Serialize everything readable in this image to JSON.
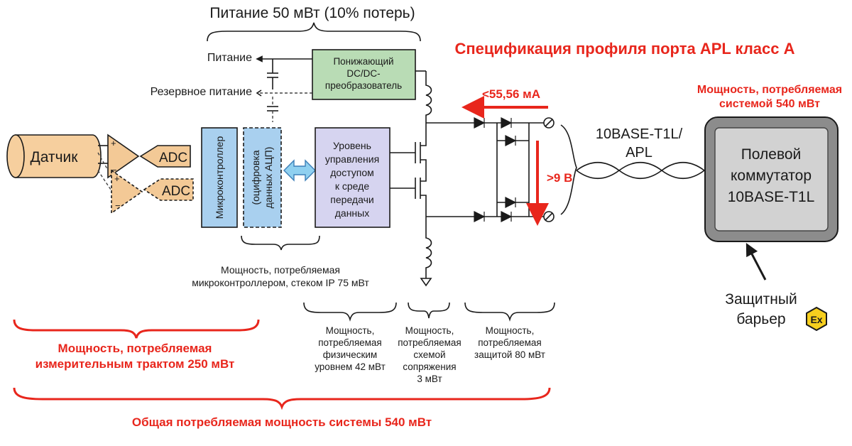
{
  "title": "Спецификация профиля порта APL класс A",
  "power_top": "Питание 50 мВт (10% потерь)",
  "power_label": "Питание",
  "backup_power_label": "Резервное питание",
  "dcdc": [
    "Понижающий",
    "DC/DC-",
    "преобразователь"
  ],
  "sensor": "Датчик",
  "adc_label": "ADC",
  "microcontroller": "Микроконтроллер",
  "digitization": [
    "(оцифровка",
    "данных АЦП)"
  ],
  "mac_block": [
    "Уровень",
    "управления",
    "доступом",
    "к среде",
    "передачи",
    "данных"
  ],
  "current_label": "<55,56 мА",
  "voltage_label": ">9 В",
  "cable": [
    "10BASE-T1L/",
    "APL"
  ],
  "switch_consumption": [
    "Мощность, потребляемая",
    "системой 540 мВт"
  ],
  "field_switch": [
    "Полевой",
    "коммутатор",
    "10BASE-T1L"
  ],
  "barrier": [
    "Защитный",
    "барьер"
  ],
  "ex_symbol": "Ex",
  "mcu_consumption": [
    "Мощность, потребляемая",
    "микроконтроллером, стеком IP 75 мВт"
  ],
  "phy_consumption": [
    "Мощность,",
    "потребляемая",
    "физическим",
    "уровнем 42 мВт"
  ],
  "interface_consumption": [
    "Мощность,",
    "потребляемая",
    "схемой",
    "сопряжения",
    "3 мВт"
  ],
  "protection_consumption": [
    "Мощность,",
    "потребляемая",
    "защитой 80 мВт"
  ],
  "measurement_consumption": [
    "Мощность, потребляемая",
    "измерительным трактом 250 мВт"
  ],
  "total_consumption": "Общая потребляемая мощность системы 540 мВт",
  "colors": {
    "accent_red": "#e8261c",
    "sensor_fill": "#f6cf9e",
    "opamp_fill": "#f3c996",
    "mcu_fill": "#a9d0ef",
    "dcdc_fill": "#b9dcb5",
    "mac_fill": "#d6d4f0",
    "switch_outer": "#8c8c8c",
    "switch_inner": "#d2d2d2",
    "ex_fill": "#f7cf1e"
  }
}
